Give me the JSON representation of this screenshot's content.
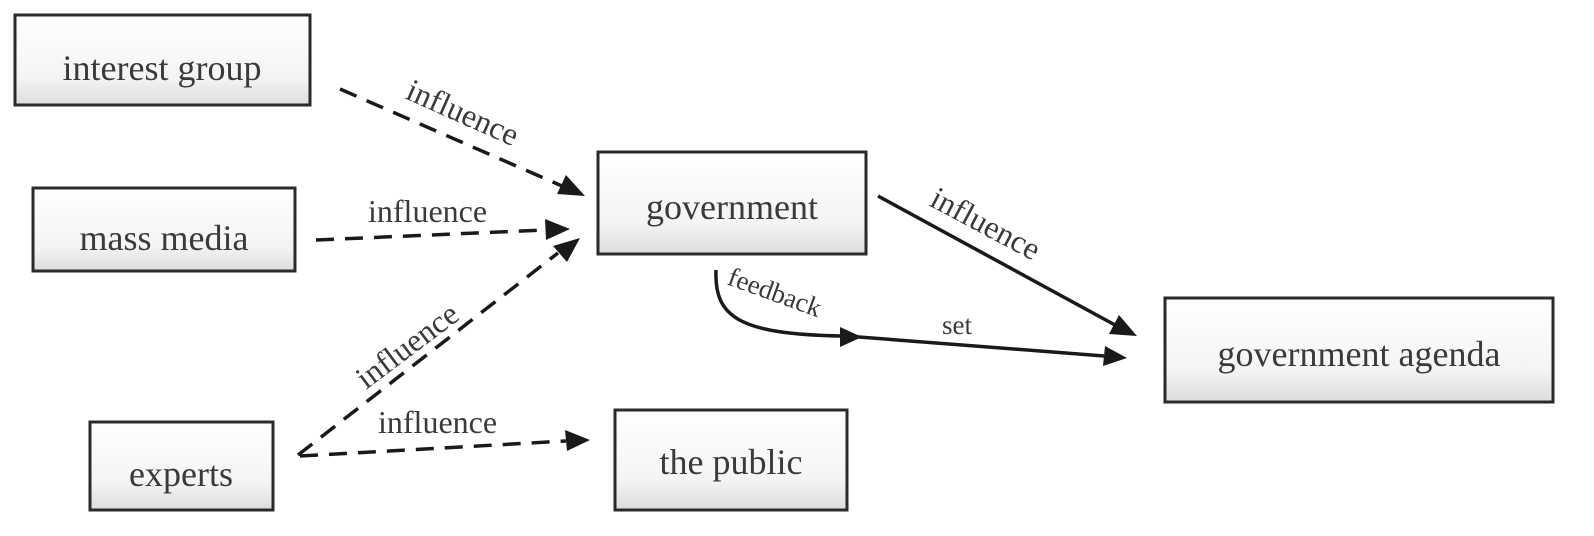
{
  "nodes": {
    "interest_group": "interest group",
    "mass_media": "mass media",
    "experts": "experts",
    "government": "government",
    "the_public": "the public",
    "government_agenda": "government agenda"
  },
  "edges": {
    "interest_group_to_government": "influence",
    "mass_media_to_government": "influence",
    "experts_to_government": "influence",
    "experts_to_public": "influence",
    "government_to_agenda": "influence",
    "government_feedback": "feedback",
    "government_set_agenda": "set"
  }
}
